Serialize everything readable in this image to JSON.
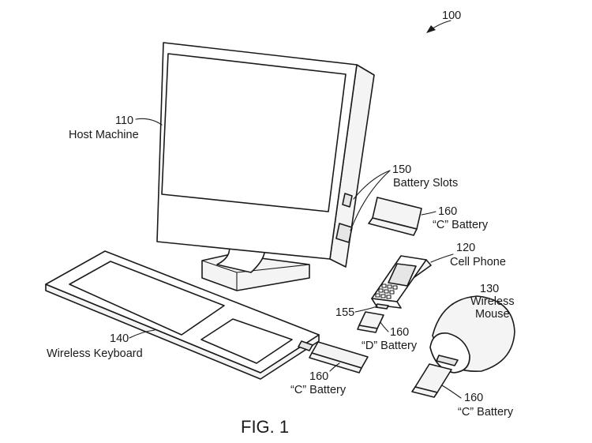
{
  "figure": {
    "ref_main": "100",
    "caption": "FIG. 1"
  },
  "host": {
    "ref": "110",
    "label": "Host Machine"
  },
  "slots": {
    "ref": "150",
    "label": "Battery Slots"
  },
  "battery_c_host": {
    "ref": "160",
    "label": "“C” Battery"
  },
  "phone": {
    "ref": "120",
    "label": "Cell Phone"
  },
  "phone_slot": {
    "ref": "155"
  },
  "battery_d": {
    "ref": "160",
    "label": "“D” Battery"
  },
  "mouse": {
    "ref": "130",
    "label_line1": "Wireless",
    "label_line2": "Mouse"
  },
  "keyboard": {
    "ref": "140",
    "label": "Wireless Keyboard"
  },
  "battery_c_keyboard": {
    "ref": "160",
    "label": "“C” Battery"
  },
  "battery_c_mouse": {
    "ref": "160",
    "label": "“C” Battery"
  }
}
